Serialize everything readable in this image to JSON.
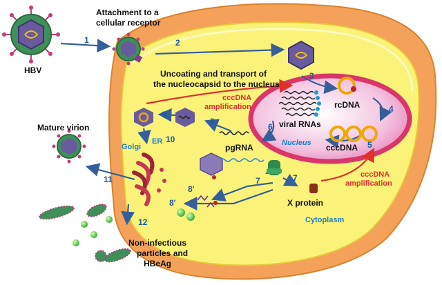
{
  "labels": {
    "hbv": "HBV",
    "attachment_line1": "Attachment to a",
    "attachment_line2": "cellular receptor",
    "uncoating_line1": "Uncoating and transport of",
    "uncoating_line2": "the nucleocapsid to the nucleus",
    "cccdna_amp_top_line1": "cccDNA",
    "cccdna_amp_top_line2": "amplification",
    "cccdna_amp_bottom_line1": "cccDNA",
    "cccdna_amp_bottom_line2": "amplification",
    "rcdna": "rcDNA",
    "viral_rnas": "viral RNAs",
    "cccdna": "cccDNA",
    "nucleus": "Nucleus",
    "pgrna": "pgRNA",
    "mature_virion": "Mature virion",
    "golgi": "Golgi",
    "er": "ER",
    "x_protein": "X protein",
    "cytoplasm": "Cytoplasm",
    "noninfectious_line1": "Non-infectious",
    "noninfectious_line2": "particles and",
    "noninfectious_line3": "HBeAg"
  },
  "steps": {
    "s1": "1",
    "s2": "2",
    "s3": "3",
    "s4": "4",
    "s5": "5",
    "s6": "6",
    "s7a": "7",
    "s7b": "7",
    "s8a": "8",
    "s8b": "8'",
    "s8c": "8'",
    "s9": "9",
    "s10": "10",
    "s11": "11",
    "s12": "12"
  },
  "colors": {
    "cell_outer": "#f4a15a",
    "cell_inner": "#fbf27a",
    "nucleus_fill": "#f6c9e3",
    "nucleus_ring": "#d9366a",
    "arrow_blue": "#355f9a",
    "arrow_red": "#e0302a",
    "cyan_text": "#1c7fc8",
    "capsid_purple": "#6a5a9e",
    "virion_green": "#3f8f5a",
    "spike_red": "#c73a76"
  }
}
